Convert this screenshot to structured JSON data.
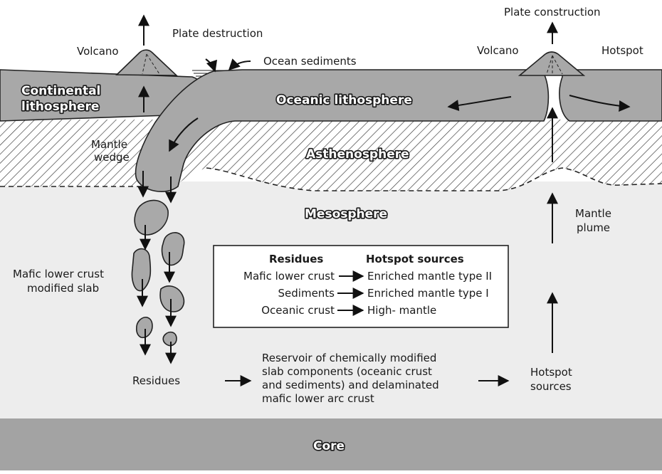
{
  "labels": {
    "volcano_left": "Volcano",
    "plate_destruction": "Plate destruction",
    "ocean_sediments": "Ocean sediments",
    "volcano_right": "Volcano",
    "hotspot": "Hotspot",
    "plate_construction": "Plate construction",
    "continental_lithosphere_1": "Continental",
    "continental_lithosphere_2": "lithosphere",
    "oceanic_lithosphere": "Oceanic lithosphere",
    "mantle_wedge_1": "Mantle",
    "mantle_wedge_2": "wedge",
    "asthenosphere": "Asthenosphere",
    "mesosphere": "Mesosphere",
    "mantle_plume_1": "Mantle",
    "mantle_plume_2": "plume",
    "mafic_slab_1": "Mafic lower crust",
    "mafic_slab_2": "modified slab",
    "residues": "Residues",
    "reservoir_1": "Reservoir of chemically modified",
    "reservoir_2": "slab components (oceanic crust",
    "reservoir_3": "and sediments) and delaminated",
    "reservoir_4": "mafic lower arc crust",
    "hotspot_sources_1": "Hotspot",
    "hotspot_sources_2": "sources",
    "core": "Core"
  },
  "legend": {
    "col1_header": "Residues",
    "col2_header": "Hotspot sources",
    "rows": [
      {
        "residue": "Mafic lower crust",
        "source": "Enriched mantle type II"
      },
      {
        "residue": "Sediments",
        "source": "Enriched mantle type I"
      },
      {
        "residue": "Oceanic crust",
        "source": "High-   mantle"
      }
    ]
  },
  "colors": {
    "lithosphere": "#a8a8a8",
    "mesosphere": "#ededed",
    "core": "#a3a3a3",
    "asthenosphere_hatch": "#333333"
  }
}
